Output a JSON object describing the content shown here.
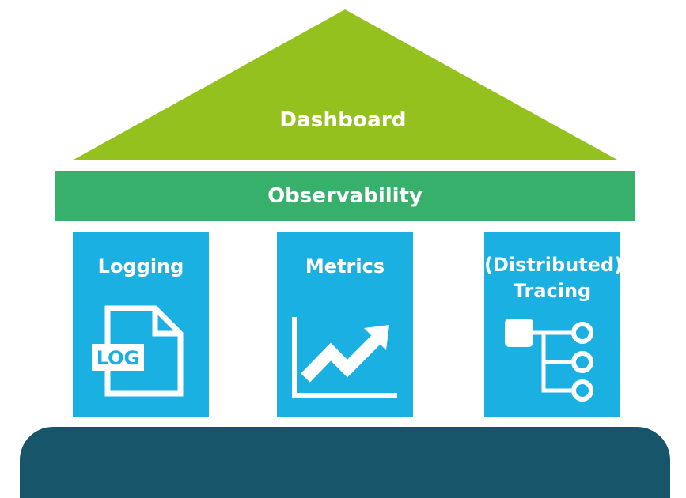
{
  "diagram": {
    "roof": {
      "label": "Dashboard"
    },
    "beam": {
      "label": "Observability"
    },
    "pillars": [
      {
        "title_line1": "Logging",
        "title_line2": "",
        "icon": "log-file-icon",
        "badge": "LOG"
      },
      {
        "title_line1": "Metrics",
        "title_line2": "",
        "icon": "trend-chart-icon"
      },
      {
        "title_line1": "(Distributed)",
        "title_line2": "Tracing",
        "icon": "trace-tree-icon"
      }
    ]
  },
  "colors": {
    "roof": "#95c11f",
    "beam": "#36b06b",
    "pillar": "#1ab0e2",
    "base": "#17566a",
    "text": "#ffffff"
  }
}
